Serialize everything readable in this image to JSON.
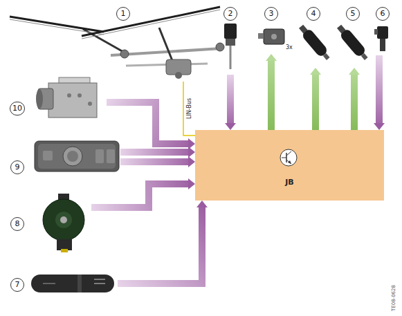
{
  "diagram": {
    "nodes": [
      {
        "text": [
          "1"
        ]
      },
      {
        "text": [
          "2"
        ]
      },
      {
        "text": [
          "3"
        ]
      },
      {
        "text": [
          "4"
        ]
      },
      {
        "text": [
          "5"
        ]
      },
      {
        "text": [
          "6"
        ]
      },
      {
        "text": [
          "10"
        ]
      },
      {
        "text": [
          "9"
        ]
      },
      {
        "text": [
          "JB"
        ]
      },
      {
        "text": [
          "8"
        ]
      },
      {
        "text": [
          "7"
        ]
      }
    ],
    "edges": [
      {
        "from": 0,
        "to": 8,
        "label": "LIN-Bus",
        "arrow": "none"
      },
      {
        "from": 1,
        "to": 8,
        "arrow": "to"
      },
      {
        "from": 8,
        "to": 2,
        "arrow": "to"
      },
      {
        "from": 8,
        "to": 3,
        "arrow": "to"
      },
      {
        "from": 8,
        "to": 4,
        "arrow": "to"
      },
      {
        "from": 5,
        "to": 8,
        "arrow": "to"
      },
      {
        "from": 6,
        "to": 8,
        "arrow": "to"
      },
      {
        "from": 7,
        "to": 8,
        "arrow": "to"
      },
      {
        "from": 7,
        "to": 8,
        "arrow": "to"
      },
      {
        "from": 9,
        "to": 8,
        "arrow": "to"
      },
      {
        "from": 10,
        "to": 8,
        "arrow": "to"
      }
    ],
    "labels": [
      "3x",
      "TE08-0628"
    ]
  }
}
